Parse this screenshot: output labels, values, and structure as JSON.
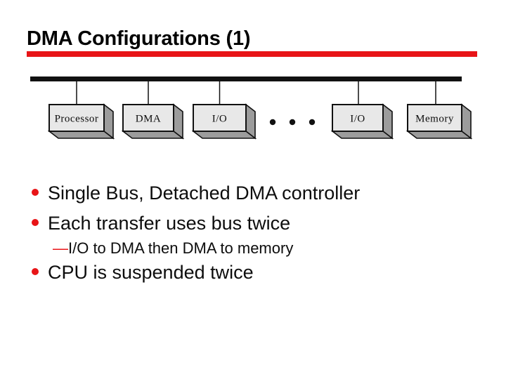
{
  "colors": {
    "accent_red": "#e81417",
    "box_face": "#e8e8e8",
    "box_side": "#9c9c9c",
    "text": "#0d0d0d",
    "background": "#ffffff"
  },
  "slide": {
    "title": "DMA Configurations (1)",
    "bullets": [
      {
        "level": 1,
        "marker": "•",
        "text": "Single Bus, Detached DMA controller"
      },
      {
        "level": 1,
        "marker": "•",
        "text": "Each transfer uses bus twice"
      },
      {
        "level": 2,
        "marker": "—",
        "text": "I/O to DMA then DMA to memory"
      },
      {
        "level": 1,
        "marker": "•",
        "text": "CPU is suspended twice"
      }
    ]
  },
  "diagram": {
    "type": "single-bus-block-diagram",
    "nodes": [
      "Processor",
      "DMA",
      "I/O",
      "I/O",
      "Memory"
    ],
    "ellipsis": "• • •"
  }
}
